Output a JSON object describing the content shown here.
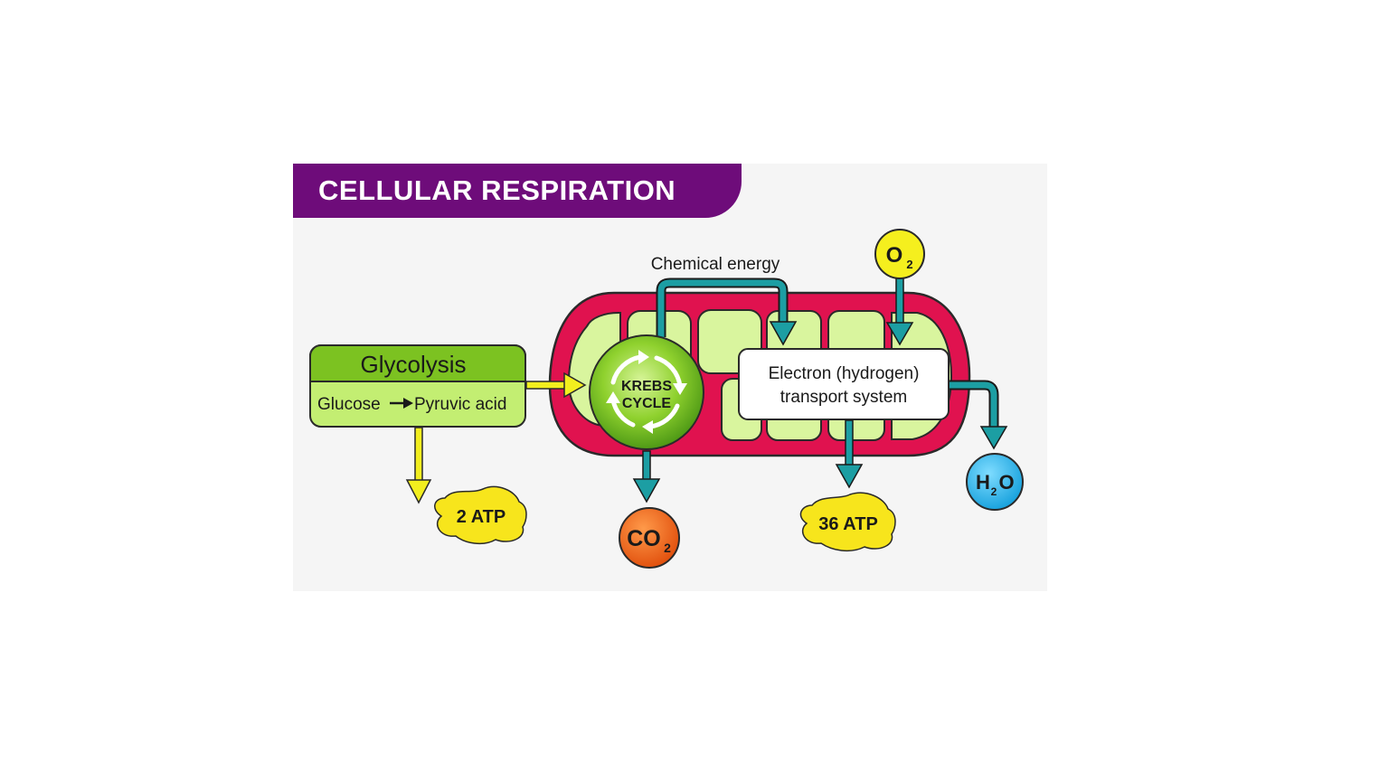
{
  "title": "CELLULAR RESPIRATION",
  "glycolysis": {
    "heading": "Glycolysis",
    "from": "Glucose",
    "to": "Pyruvic acid"
  },
  "krebs": {
    "line1": "KREBS",
    "line2": "CYCLE"
  },
  "etc": {
    "line1": "Electron (hydrogen)",
    "line2": "transport system"
  },
  "chemical_energy": "Chemical energy",
  "o2": {
    "main": "O",
    "sub": "2"
  },
  "co2": {
    "main": "CO",
    "sub": "2"
  },
  "h2o": {
    "h": "H",
    "sub": "2",
    "o": "O"
  },
  "atp_glycolysis": "2 ATP",
  "atp_etc": "36 ATP",
  "colors": {
    "banner": "#6e0c7a",
    "mito_membrane": "#e0124f",
    "mito_inner": "#d9f59e",
    "glycolysis_header": "#7cc221",
    "glycolysis_body": "#c3ee72",
    "teal_arrow": "#1c9ea3",
    "yellow_arrow": "#f2ee1e",
    "o2_fill": "#f5ef1e",
    "co2_fill": "#f26a1f",
    "h2o_fill": "#2cb9ea",
    "atp_fill": "#f7e51c"
  }
}
